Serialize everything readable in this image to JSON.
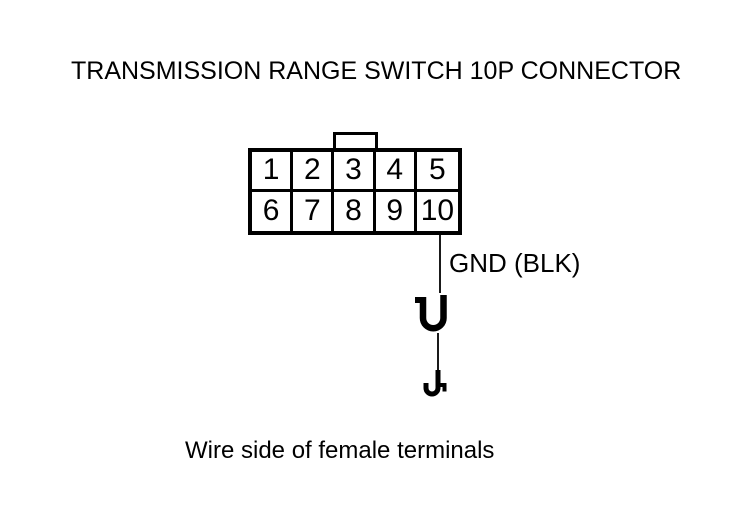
{
  "title": "TRANSMISSION RANGE SWITCH 10P CONNECTOR",
  "caption": "Wire side of female terminals",
  "connector": {
    "name": "transmission-range-switch-10p-connector",
    "pin_count": 10,
    "pins": [
      "1",
      "2",
      "3",
      "4",
      "5",
      "6",
      "7",
      "8",
      "9",
      "10"
    ]
  },
  "wire": {
    "from_pin": "10",
    "label": "GND (BLK)"
  },
  "icons": {
    "inline_symbol": "female-terminal-symbol",
    "end_symbol": "ground-hook-symbol"
  },
  "colors": {
    "ink": "#000000",
    "background": "#ffffff"
  }
}
